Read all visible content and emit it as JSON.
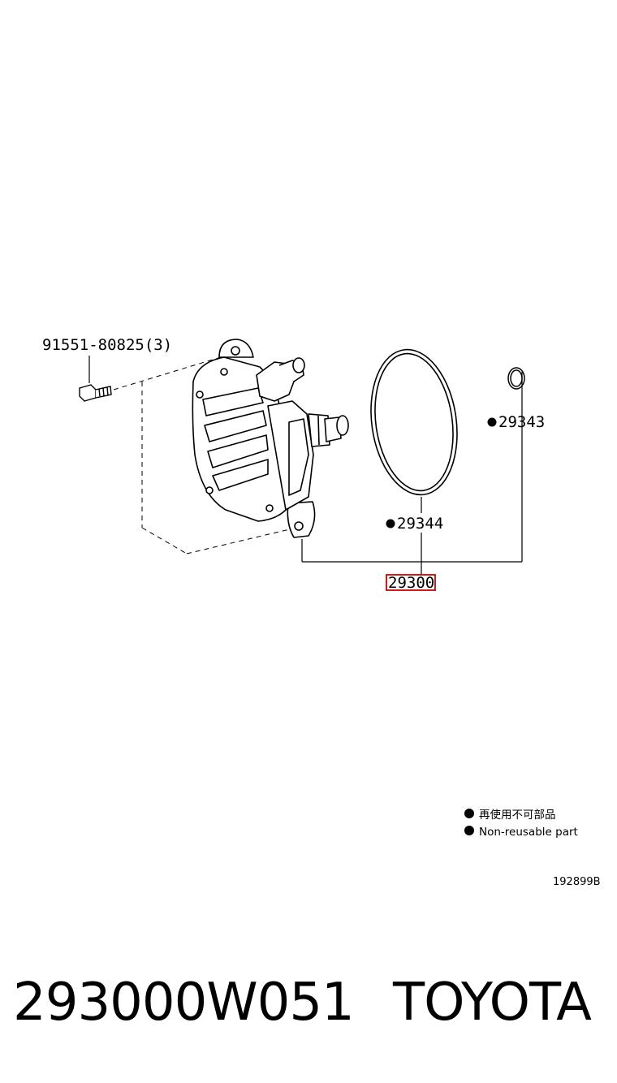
{
  "diagram": {
    "bolt_label": "91551-80825(3)",
    "oring_large_label": "29344",
    "oring_small_label": "29343",
    "assembly_label": "29300",
    "highlight_color": "#cc0000",
    "legend": {
      "line1": "再使用不可部品",
      "line2": "Non-reusable part",
      "bullet_icon": "filled-circle"
    },
    "reference_code": "192899B"
  },
  "caption": {
    "part_number": "293000W051",
    "brand": "TOYOTA"
  }
}
